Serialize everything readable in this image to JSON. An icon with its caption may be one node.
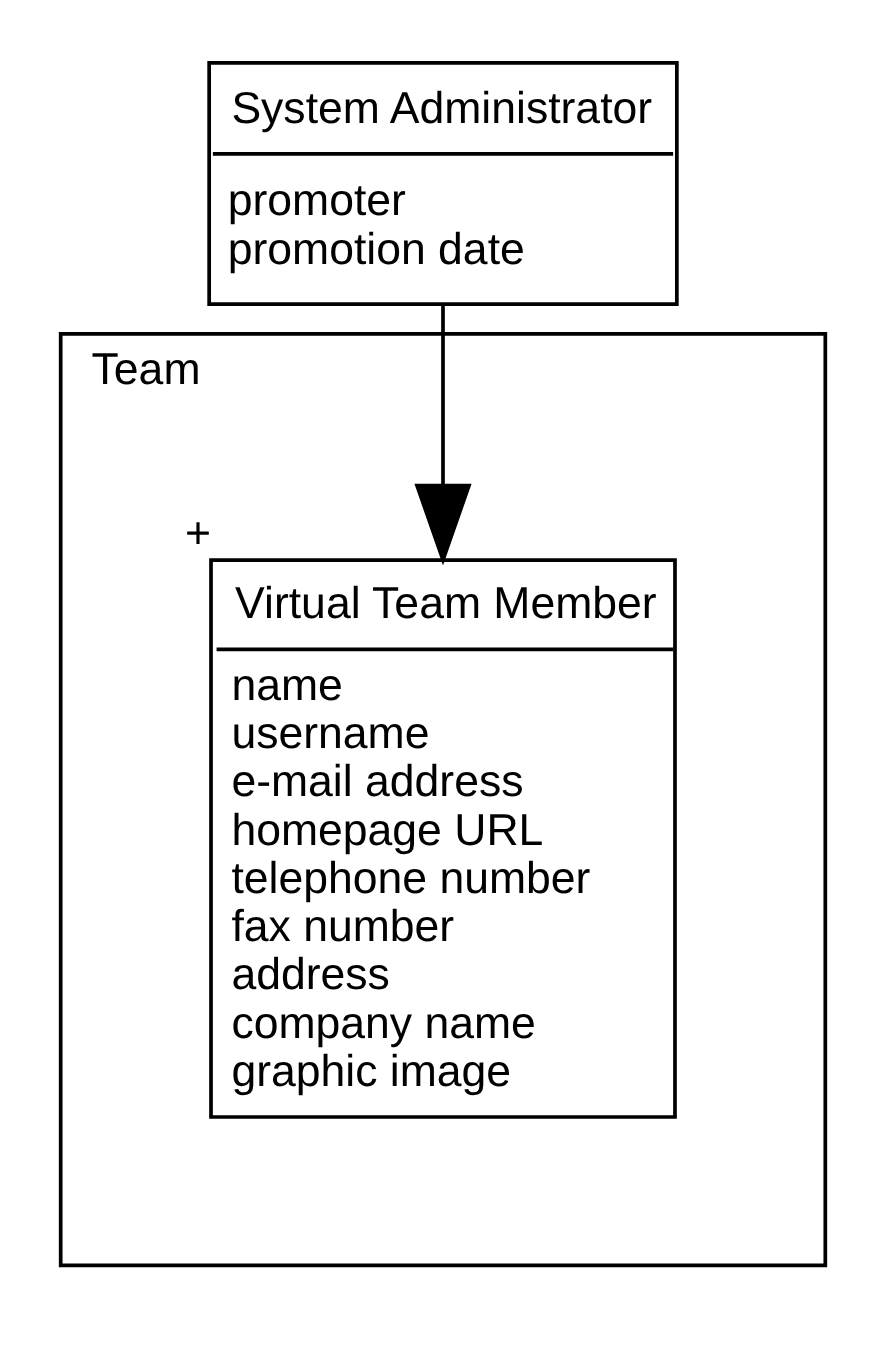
{
  "diagram": {
    "nodes": [
      {
        "text": [
          "Team"
        ]
      },
      {
        "text": [
          "Virtual Team Member",
          "name",
          "username",
          "e-mail address",
          "homepage URL",
          "telephone number",
          "fax number",
          "address",
          "company name",
          "graphic image"
        ],
        "in": 0,
        "beside": [
          "+"
        ]
      },
      {
        "text": [
          "System Administrator",
          "promoter",
          "promotion date"
        ]
      }
    ],
    "edges": [
      {
        "from": 2,
        "to": 1,
        "arrow": "to"
      }
    ]
  }
}
